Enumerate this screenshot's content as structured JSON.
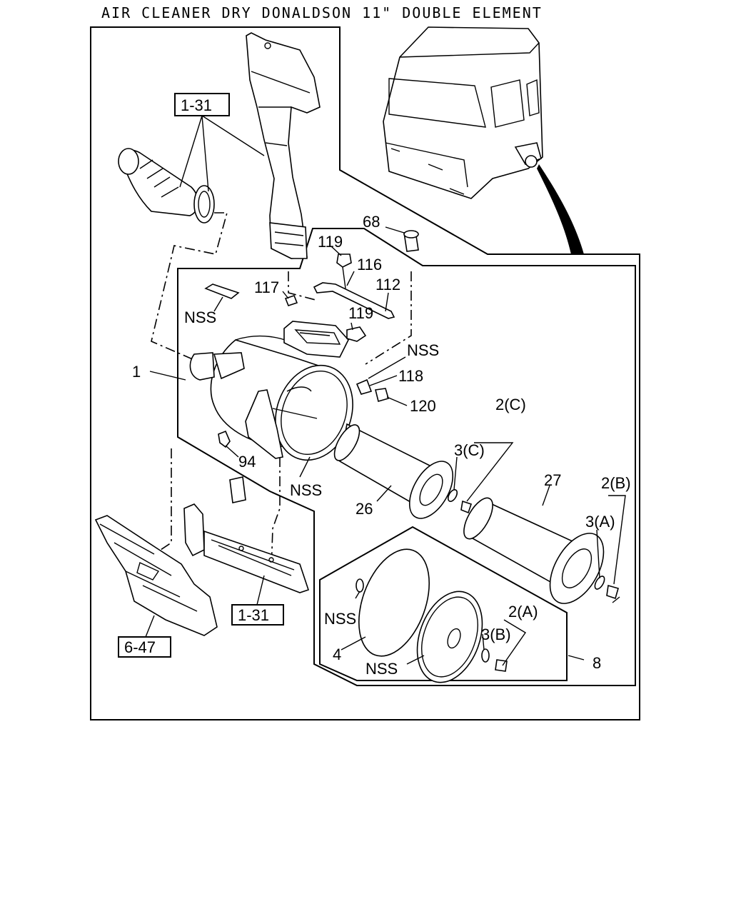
{
  "title": "AIR CLEANER DRY DONALDSON 11\" DOUBLE ELEMENT",
  "callouts": {
    "ref_intake": "1-31",
    "ref_frame": "1-31",
    "ref_fender": "6-47",
    "p1": "1",
    "p2a_top": "2(A)",
    "p2b": "2(B)",
    "p2c": "2(C)",
    "p3a": "3(A)",
    "p3b": "3(B)",
    "p3c": "3(C)",
    "p4": "4",
    "p8": "8",
    "p26": "26",
    "p27": "27",
    "p68": "68",
    "p94": "94",
    "p112": "112",
    "p116": "116",
    "p117": "117",
    "p118": "118",
    "p119a": "119",
    "p119b": "119",
    "p120": "120",
    "nss_pad": "NSS",
    "nss_right": "NSS",
    "nss_band": "NSS",
    "nss_washer": "NSS",
    "nss_cover": "NSS"
  }
}
